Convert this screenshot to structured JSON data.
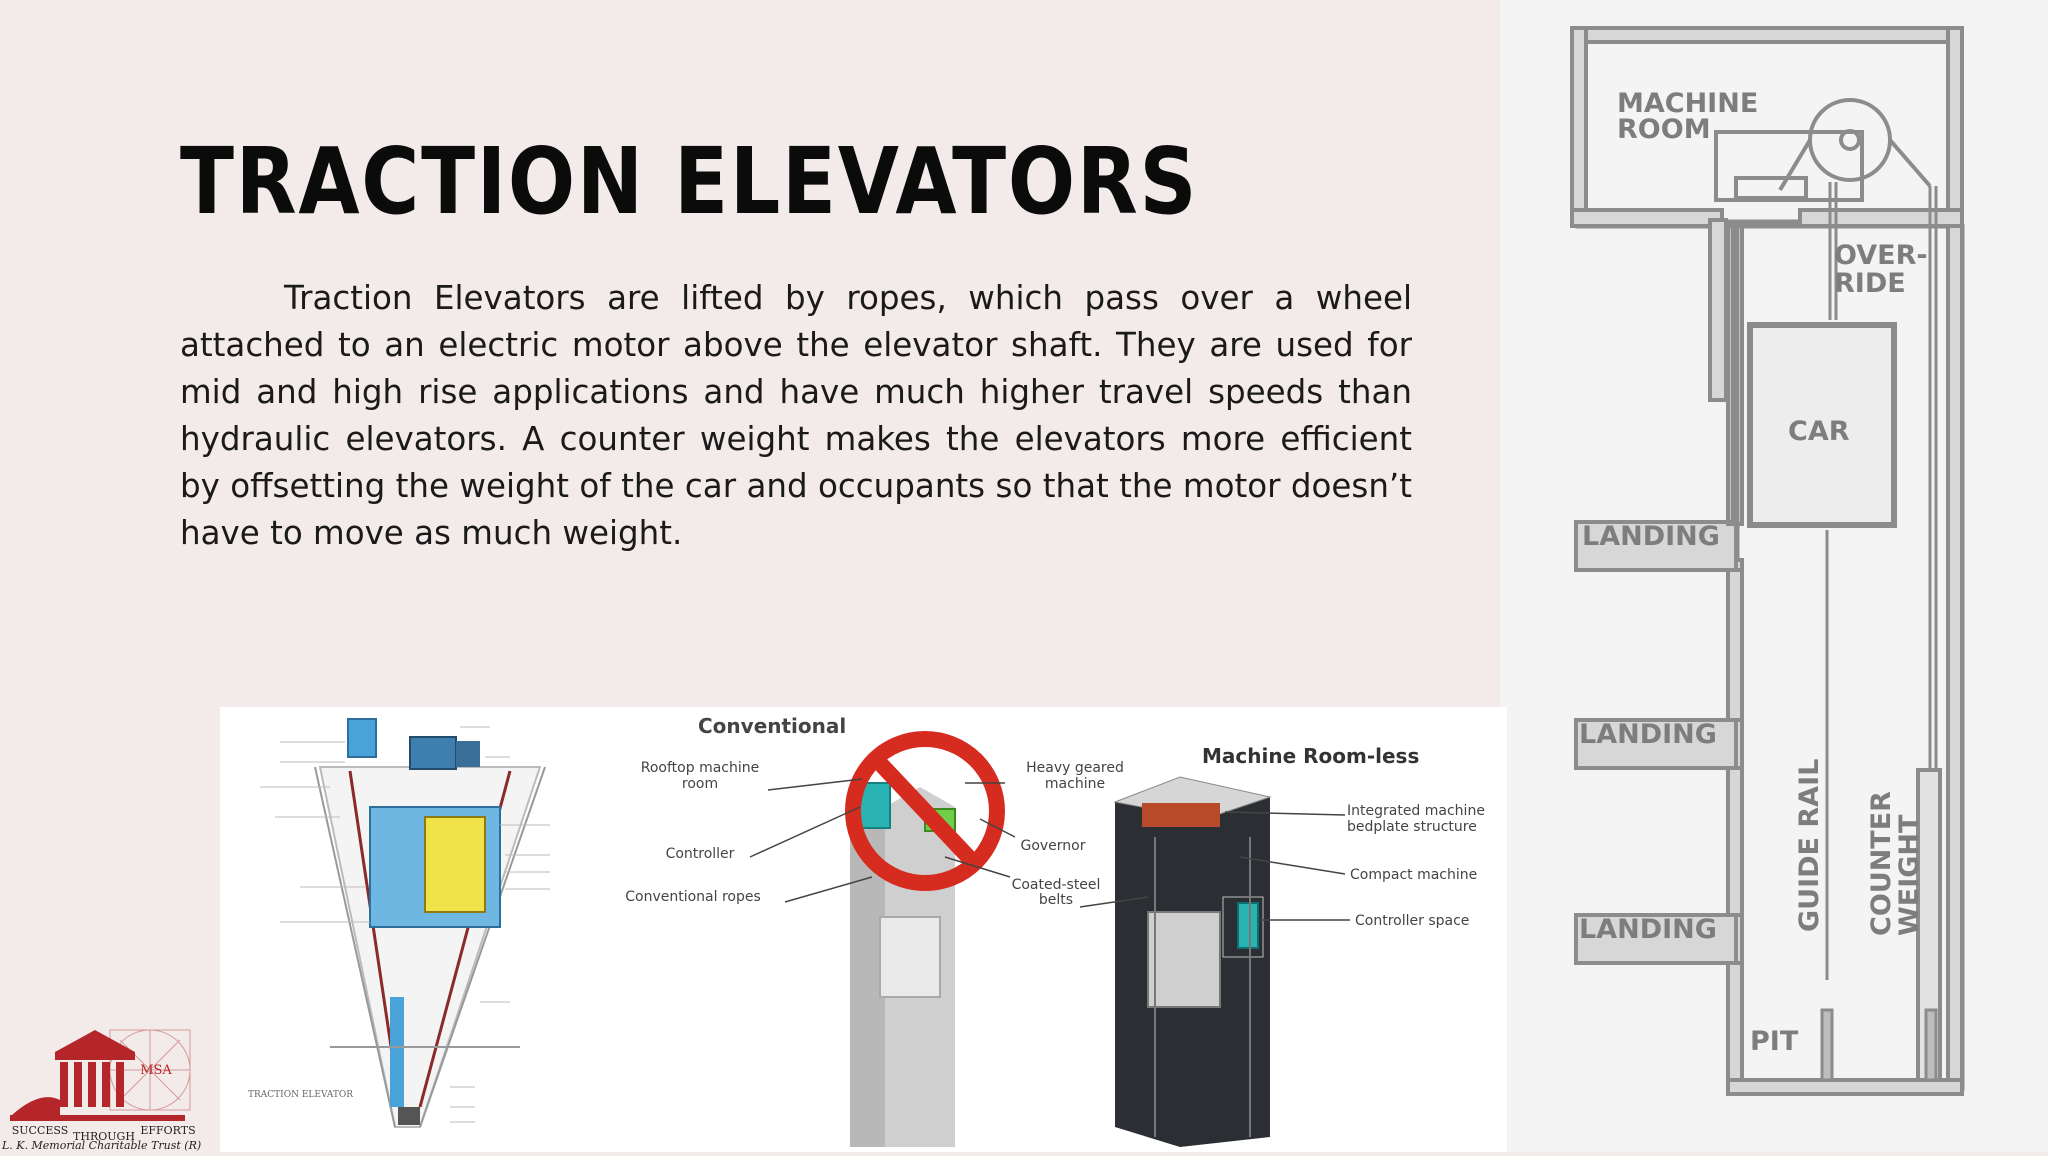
{
  "slide": {
    "title": "TRACTION ELEVATORS",
    "body": "Traction Elevators are lifted by ropes, which pass over a wheel attached to an electric motor above the elevator shaft. They are used for mid and high rise applications and have much higher travel speeds than hydraulic elevators. A counter weight makes the elevators more efficient by offsetting the weight of the car and occupants so that the motor doesn’t have to move as much weight."
  },
  "shaft_diagram": {
    "machine_room": [
      "MACHINE",
      "ROOM"
    ],
    "override": [
      "OVER-",
      "RIDE"
    ],
    "car": "CAR",
    "landings": [
      "LANDING",
      "LANDING",
      "LANDING"
    ],
    "guide_rail": "GUIDE RAIL",
    "counter_weight": [
      "COUNTER",
      "WEIGHT"
    ],
    "pit": "PIT"
  },
  "collage": {
    "left_caption": "TRACTION ELEVATOR",
    "conventional": {
      "heading": "Conventional",
      "labels": [
        "Rooftop machine",
        "room",
        "Controller",
        "Conventional ropes",
        "Heavy geared",
        "machine",
        "Governor",
        "Coated-steel",
        "belts"
      ]
    },
    "mrl": {
      "heading": "Machine Room-less",
      "labels": [
        "Integrated machine",
        "bedplate structure",
        "Compact machine",
        "Controller space"
      ]
    }
  },
  "logo": {
    "motto_left": "SUCCESS",
    "motto_mid": "THROUGH",
    "motto_right": "EFFORTS",
    "badge": "MSA",
    "trust": "L. K. Memorial Charitable Trust (R)"
  },
  "colors": {
    "background": "#f3ebea",
    "title": "#0b0b0b",
    "diagram_gray": "#8a8a8a",
    "logo_red": "#b5262b",
    "prohibit_red": "#d62b1f",
    "car_blue": "#4aa3d8",
    "machine_yellow": "#f2e24a"
  }
}
